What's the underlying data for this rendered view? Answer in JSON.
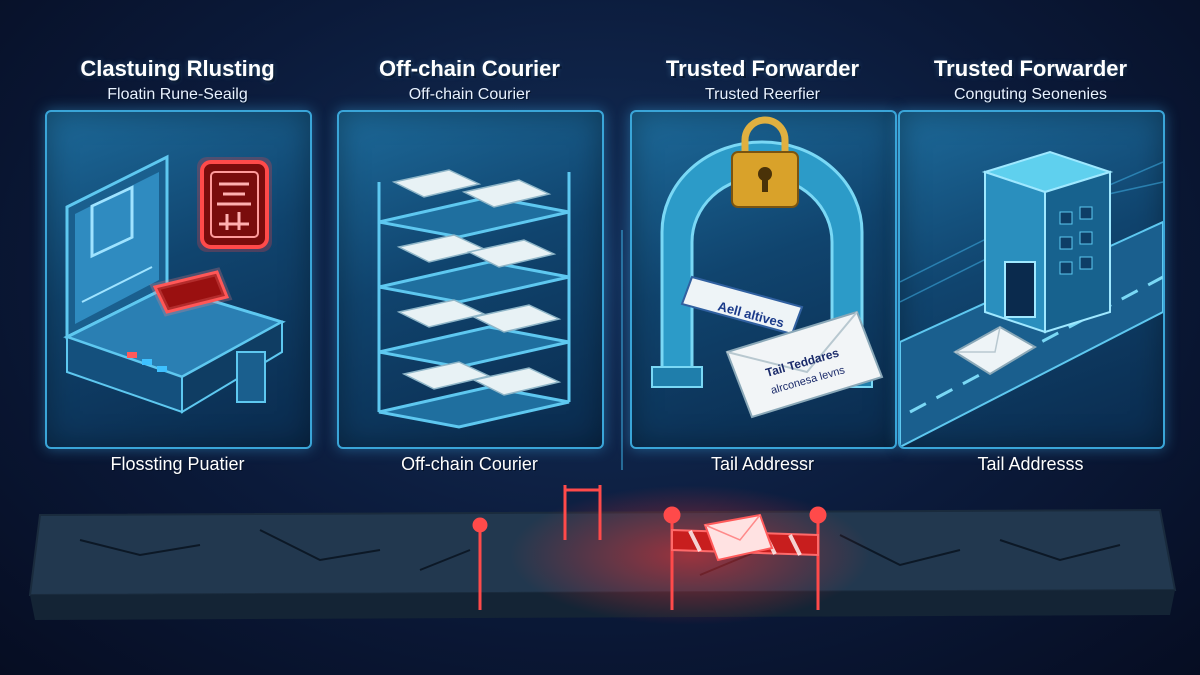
{
  "panels": [
    {
      "title": "Clastuing Rlusting",
      "subtitle": "Floatin Rune-Seailg",
      "caption": "Flossting Puatier"
    },
    {
      "title": "Off-chain Courier",
      "subtitle": "Off-chain Courier",
      "caption": "Off-chain Courier"
    },
    {
      "title": "Trusted Forwarder",
      "subtitle": "Trusted Reerfier",
      "caption": "Tail Addressr"
    },
    {
      "title": "Trusted Forwarder",
      "subtitle": "Conguting Seonenies",
      "caption": "Tail Addresss"
    }
  ],
  "panel2_stamp": {
    "label_a": "Aell altives",
    "label_b": "Tail Teddares",
    "label_c": "alrconesa levns"
  },
  "colors": {
    "frame": "#3aa5d8",
    "glow_red": "#ff2a2a",
    "bg": "#0b1a3a"
  }
}
